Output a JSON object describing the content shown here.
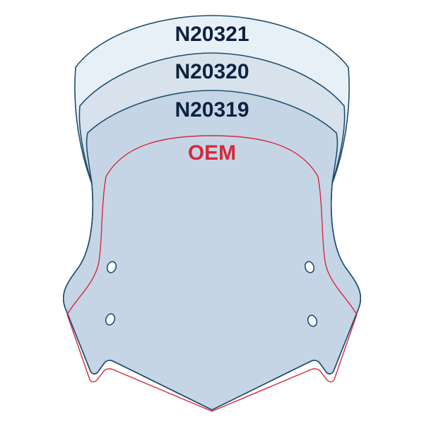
{
  "labels": {
    "large": "N20321",
    "medium": "N20320",
    "small": "N20319",
    "oem": "OEM"
  },
  "colors": {
    "outline": "#1f4e6e",
    "label_text": "#0d2240",
    "oem": "#d42a3a",
    "fill_large": "#e8f0f7",
    "fill_medium": "#d7e2ed",
    "fill_small": "#c5d5e6"
  }
}
